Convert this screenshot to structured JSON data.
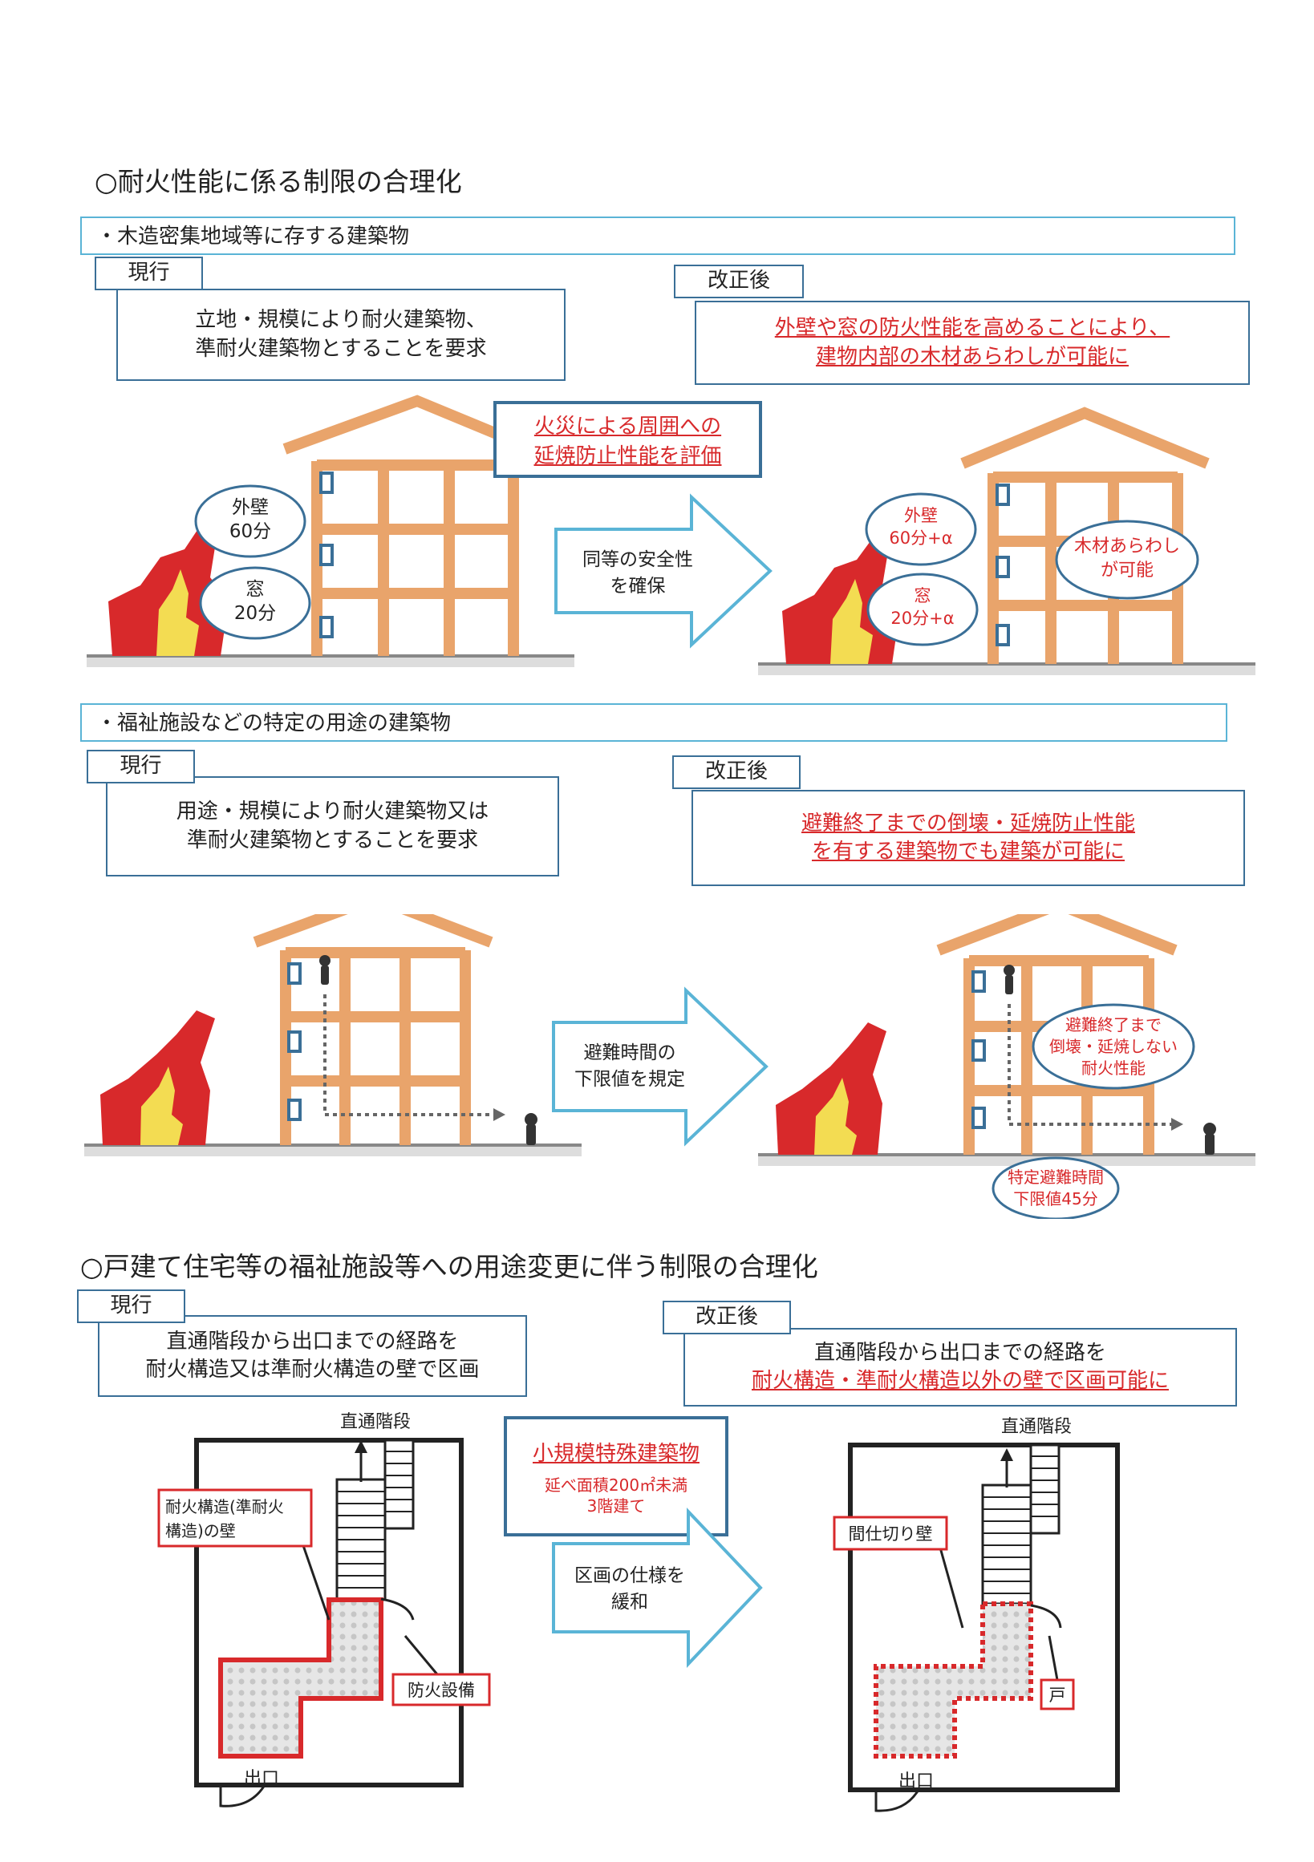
{
  "section1": {
    "heading": "○耐火性能に係る制限の合理化",
    "part1": {
      "bar": "・木造密集地域等に存する建築物",
      "current_tab": "現行",
      "current_text": [
        "立地・規模により耐火建築物、",
        "準耐火建築物とすることを要求"
      ],
      "revised_tab": "改正後",
      "revised_text": [
        "外壁や窓の防火性能を高めることにより、",
        "建物内部の木材あらわしが可能に"
      ],
      "callout": [
        "火災による周囲への",
        "延焼防止性能を評価"
      ],
      "arrow": [
        "同等の安全性",
        "を確保"
      ],
      "bubble_wall_current": [
        "外壁",
        "60分"
      ],
      "bubble_window_current": [
        "窓",
        "20分"
      ],
      "bubble_wall_revised": [
        "外壁",
        "60分+α"
      ],
      "bubble_window_revised": [
        "窓",
        "20分+α"
      ],
      "bubble_wood": [
        "木材あらわし",
        "が可能"
      ]
    },
    "part2": {
      "bar": "・福祉施設などの特定の用途の建築物",
      "current_tab": "現行",
      "current_text": [
        "用途・規模により耐火建築物又は",
        "準耐火建築物とすることを要求"
      ],
      "revised_tab": "改正後",
      "revised_text": [
        "避難終了までの倒壊・延焼防止性能",
        "を有する建築物でも建築が可能に"
      ],
      "arrow": [
        "避難時間の",
        "下限値を規定"
      ],
      "bubble_perf": [
        "避難終了まで",
        "倒壊・延焼しない",
        "耐火性能"
      ],
      "bubble_time": [
        "特定避難時間",
        "下限値45分"
      ]
    }
  },
  "section2": {
    "heading": "○戸建て住宅等の福祉施設等への用途変更に伴う制限の合理化",
    "current_tab": "現行",
    "current_text": [
      "直通階段から出口までの経路を",
      "耐火構造又は準耐火構造の壁で区画"
    ],
    "revised_tab": "改正後",
    "revised_text_plain": "直通階段から出口までの経路を",
    "revised_text_red": "耐火構造・準耐火構造以外の壁で区画可能に",
    "callout_title": "小規模特殊建築物",
    "callout_sub": [
      "延べ面積200㎡未満",
      "3階建て"
    ],
    "arrow": [
      "区画の仕様を",
      "緩和"
    ],
    "label_stairs_left": "直通階段",
    "label_wall_left": [
      "耐火構造(準耐火",
      "構造)の壁"
    ],
    "label_fire_equip": "防火設備",
    "label_exit_left": "出口",
    "label_stairs_right": "直通階段",
    "label_partition": "間仕切り壁",
    "label_door": "戸",
    "label_exit_right": "出口"
  },
  "colors": {
    "accent_blue": "#3a6f97",
    "light_blue": "#5ab4d6",
    "red": "#d8292b",
    "fire_yellow": "#f3dc52",
    "timber": "#e9a46b"
  }
}
